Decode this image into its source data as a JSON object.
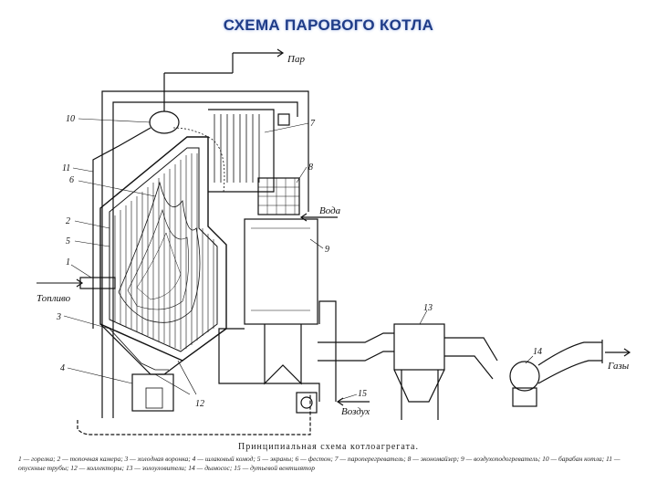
{
  "title": "СХЕМА ПАРОВОГО КОТЛА",
  "flow_labels": {
    "steam": "Пар",
    "water": "Вода",
    "fuel": "Топливо",
    "air": "Воздух",
    "gases": "Газы"
  },
  "numbers": [
    "1",
    "2",
    "3",
    "4",
    "5",
    "6",
    "7",
    "8",
    "9",
    "10",
    "11",
    "12",
    "13",
    "14",
    "15"
  ],
  "caption": {
    "title": "Принципиальная схема котлоагрегата.",
    "legend": "1 — горелка; 2 — топочная камера; 3 — холодная воронка; 4 — шлаковый комод; 5 — экраны; 6 — фестон; 7 — пароперегреватель; 8 — экономайзер; 9 — воздухоподогреватель; 10 — барабан котла; 11 — опускные трубы; 12 — коллекторы; 13 — золоуловители; 14 — дымосос; 15 — дутьевой вентилятор"
  },
  "colors": {
    "title": "#1f3c88",
    "ink": "#111111"
  }
}
